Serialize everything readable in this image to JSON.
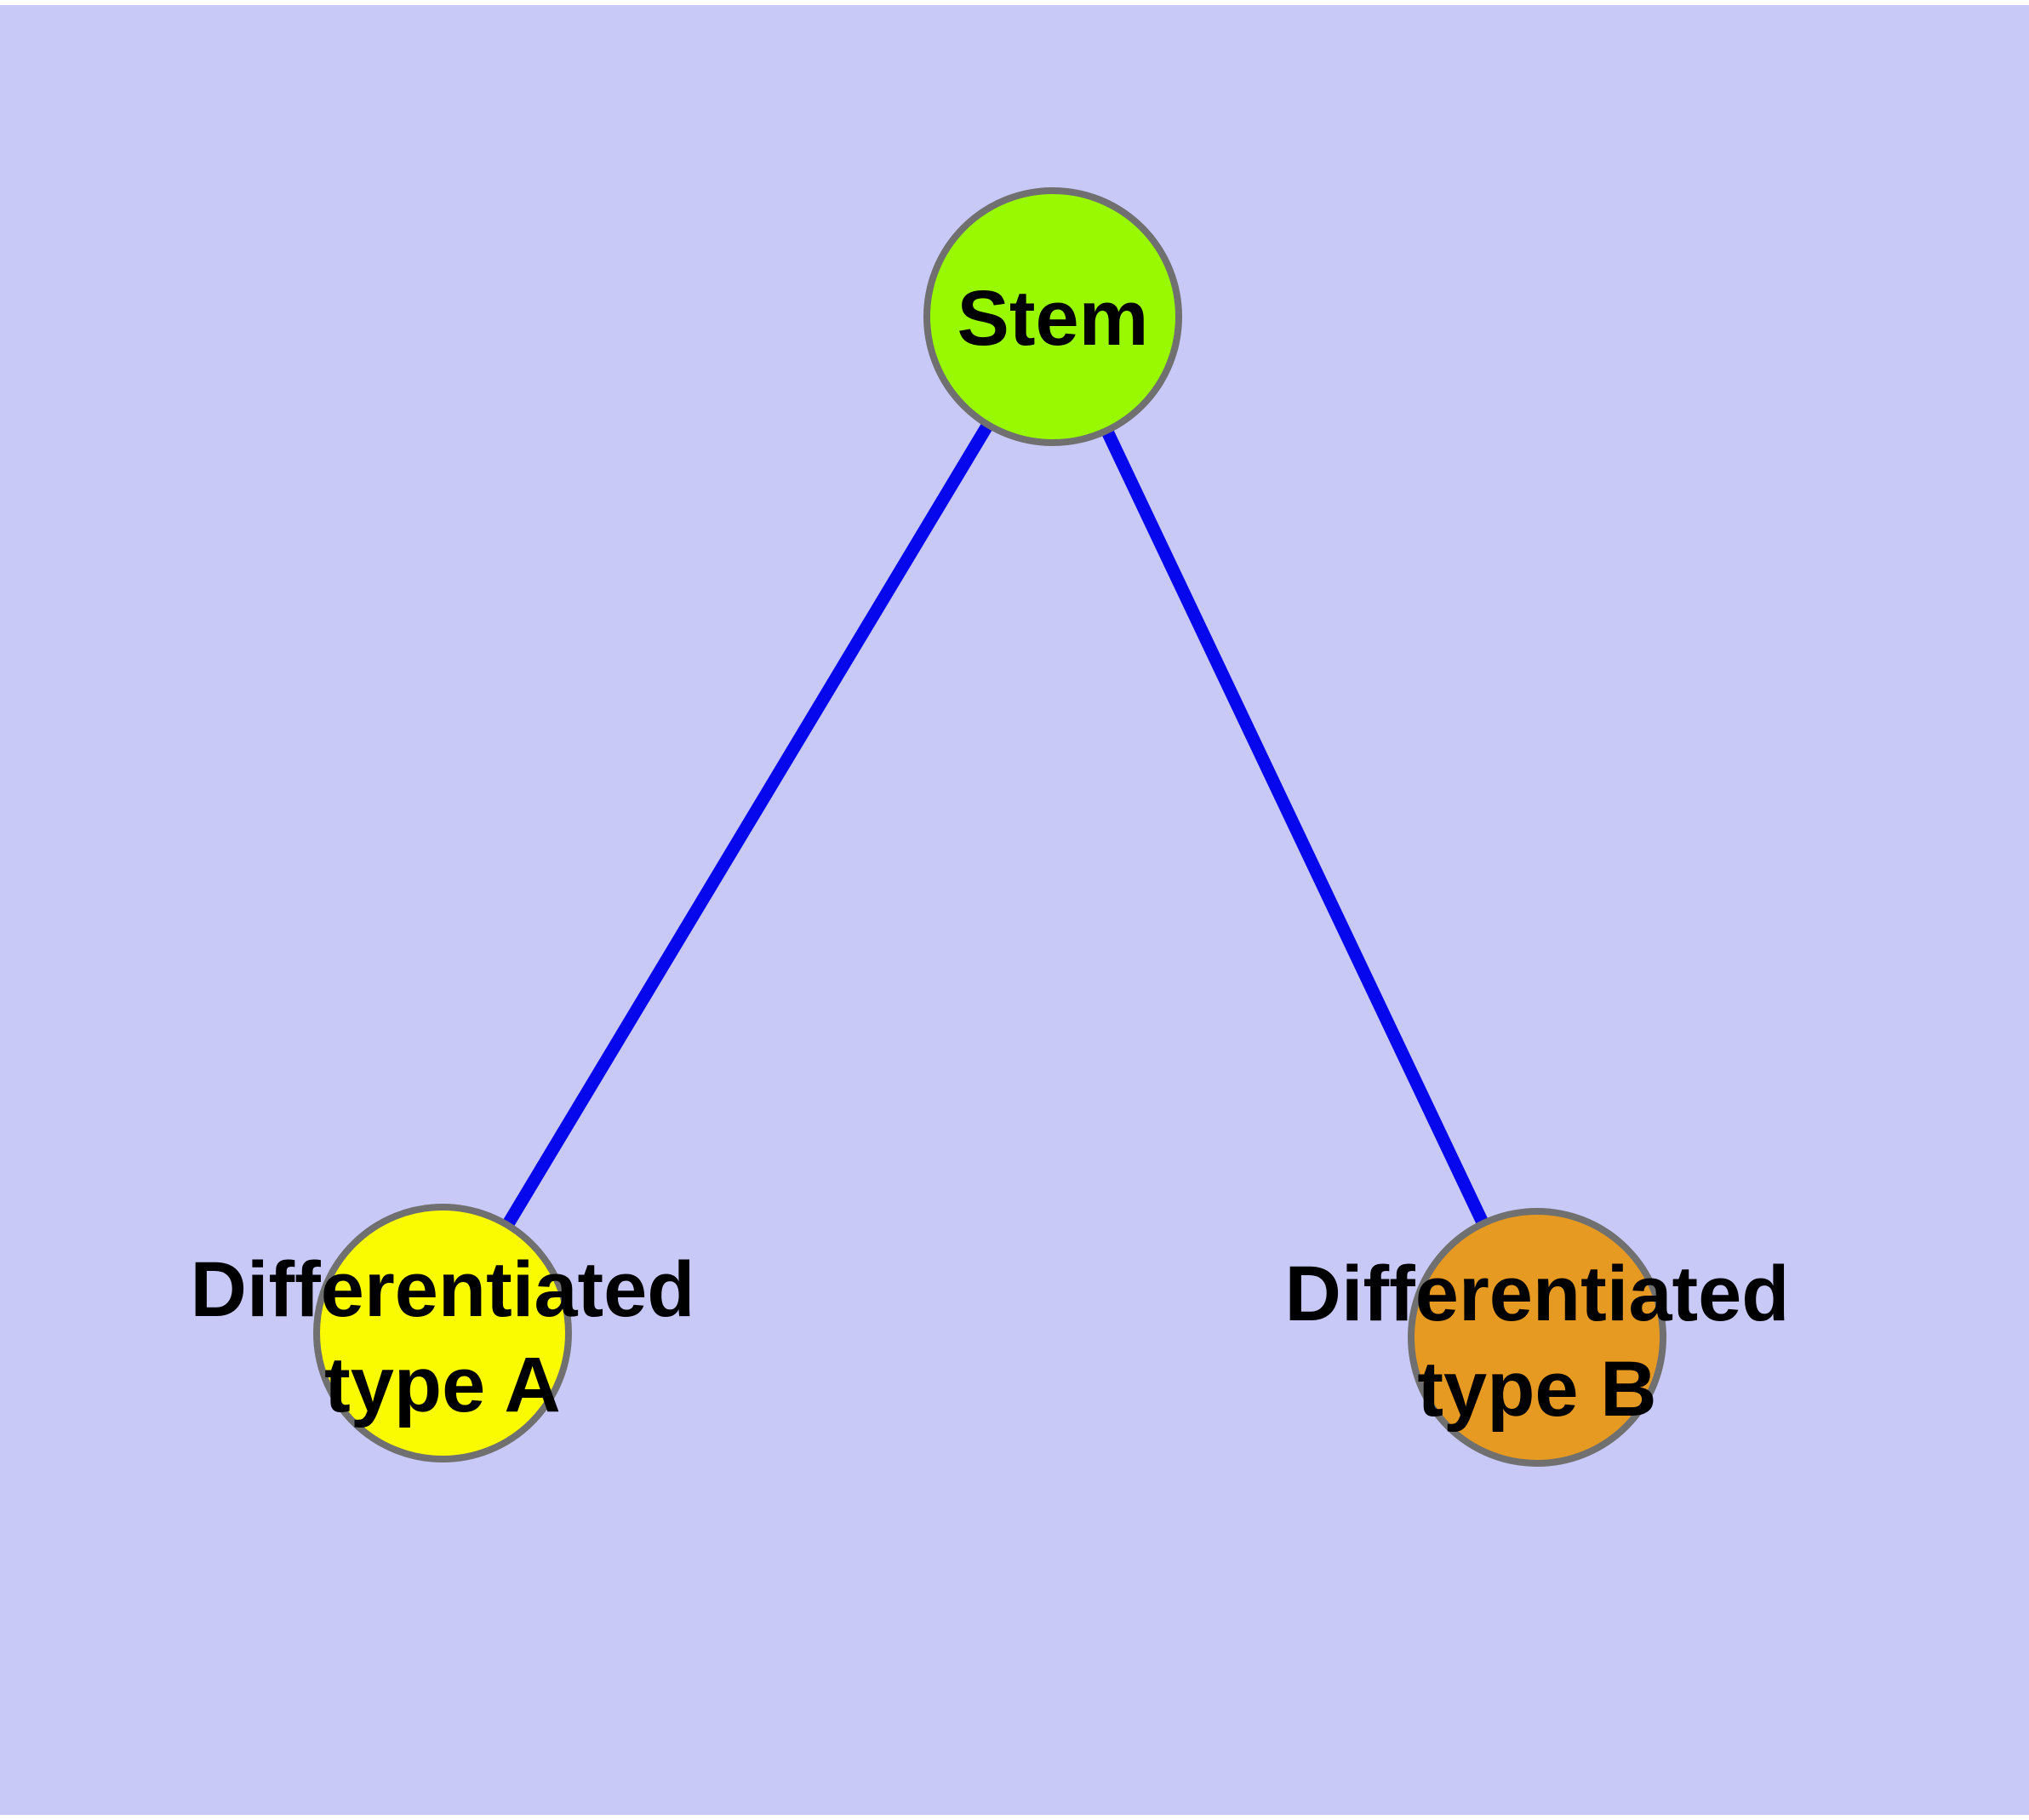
{
  "diagram": {
    "type": "node-link-diagram",
    "title": "",
    "colors": {
      "background": "#C9C9F8",
      "page_margin": "#FFFFFF",
      "node_border": "#707070",
      "edge": "#0707EE",
      "label_text": "#000000"
    },
    "nodes": [
      {
        "id": "stem",
        "label": "Stem",
        "fill": "#98F900"
      },
      {
        "id": "differentiated-type-a",
        "label_lines": [
          "Differentiated",
          "type A"
        ],
        "fill": "#FBFB00"
      },
      {
        "id": "differentiated-type-b",
        "label_lines": [
          "Differentiated",
          "type B"
        ],
        "fill": "#E69A21"
      }
    ],
    "edges": [
      {
        "from": "Stem",
        "to": "Differentiated type A"
      },
      {
        "from": "Stem",
        "to": "Differentiated type B"
      }
    ]
  }
}
